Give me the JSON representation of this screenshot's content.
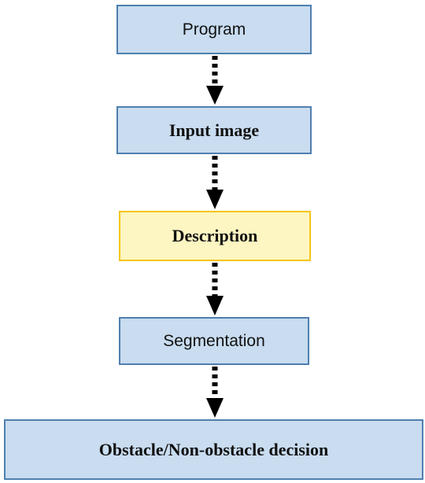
{
  "steps": [
    {
      "label": "Program"
    },
    {
      "label": "Input image"
    },
    {
      "label": "Description"
    },
    {
      "label": "Segmentation"
    },
    {
      "label": "Obstacle/Non-obstacle decision"
    }
  ],
  "colors": {
    "box_fill": "#c9dcf0",
    "box_border": "#4f7fae",
    "highlight_fill": "#fef6c2",
    "highlight_border": "#f5c518",
    "arrow": "#000000"
  }
}
